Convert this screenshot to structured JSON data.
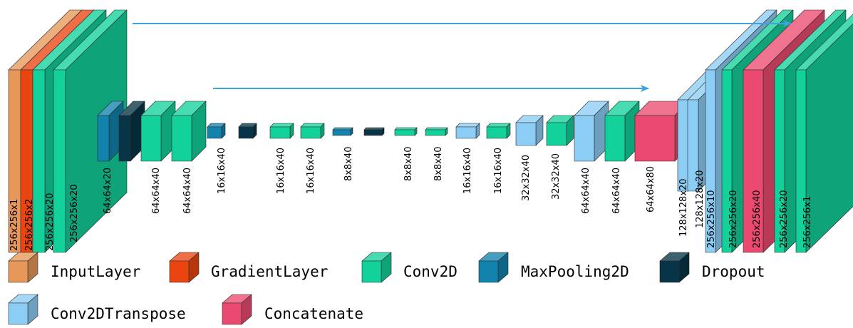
{
  "colors": {
    "InputLayer": "#e8975a",
    "GradientLayer": "#ea4510",
    "Conv2D": "#12d19a",
    "MaxPooling2D": "#1283ad",
    "Dropout": "#073547",
    "Conv2DTranspose": "#8ccdf5",
    "Concatenate": "#ea4a70",
    "arrow": "#3fa2de"
  },
  "legend": [
    {
      "type": "InputLayer",
      "label": "InputLayer"
    },
    {
      "type": "GradientLayer",
      "label": "GradientLayer"
    },
    {
      "type": "Conv2D",
      "label": "Conv2D"
    },
    {
      "type": "MaxPooling2D",
      "label": "MaxPooling2D"
    },
    {
      "type": "Dropout",
      "label": "Dropout"
    },
    {
      "type": "Conv2DTranspose",
      "label": "Conv2DTranspose"
    },
    {
      "type": "Concatenate",
      "label": "Concatenate"
    }
  ],
  "layers": [
    {
      "type": "InputLayer",
      "label": "256x256x1"
    },
    {
      "type": "GradientLayer",
      "label": "256x256x2"
    },
    {
      "type": "Conv2D",
      "label": "256x256x20"
    },
    {
      "type": "Conv2D",
      "label": "256x256x20"
    },
    {
      "type": "MaxPooling2D",
      "label": "64x64x20"
    },
    {
      "type": "Dropout",
      "label": ""
    },
    {
      "type": "Conv2D",
      "label": "64x64x40"
    },
    {
      "type": "Conv2D",
      "label": "64x64x40"
    },
    {
      "type": "MaxPooling2D",
      "label": "16x16x40"
    },
    {
      "type": "Dropout",
      "label": ""
    },
    {
      "type": "Conv2D",
      "label": "16x16x40"
    },
    {
      "type": "Conv2D",
      "label": "16x16x40"
    },
    {
      "type": "MaxPooling2D",
      "label": "8x8x40"
    },
    {
      "type": "Dropout",
      "label": ""
    },
    {
      "type": "Conv2D",
      "label": "8x8x40"
    },
    {
      "type": "Conv2D",
      "label": "8x8x40"
    },
    {
      "type": "Conv2DTranspose",
      "label": "16x16x40"
    },
    {
      "type": "Conv2D",
      "label": "16x16x40"
    },
    {
      "type": "Conv2DTranspose",
      "label": "32x32x40"
    },
    {
      "type": "Conv2D",
      "label": "32x32x40"
    },
    {
      "type": "Conv2DTranspose",
      "label": "64x64x40"
    },
    {
      "type": "Conv2D",
      "label": "64x64x40"
    },
    {
      "type": "Concatenate",
      "label": "64x64x80"
    },
    {
      "type": "Conv2DTranspose",
      "label": "128x128x20"
    },
    {
      "type": "Conv2DTranspose",
      "label": "128x128x20"
    },
    {
      "type": "Conv2DTranspose",
      "label": "256x256x10"
    },
    {
      "type": "Conv2D",
      "label": "256x256x20"
    },
    {
      "type": "Concatenate",
      "label": "256x256x40"
    },
    {
      "type": "Conv2D",
      "label": "256x256x20"
    },
    {
      "type": "Conv2D",
      "label": "256x256x1"
    }
  ]
}
